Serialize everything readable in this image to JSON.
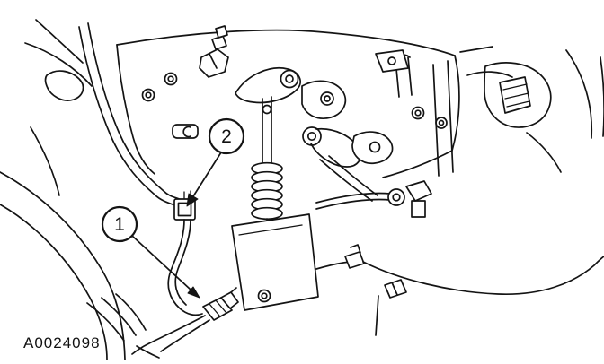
{
  "figure": {
    "code": "A0024098",
    "callouts": [
      {
        "label": "1"
      },
      {
        "label": "2"
      }
    ]
  },
  "colors": {
    "line": "#141414",
    "background": "#ffffff"
  }
}
